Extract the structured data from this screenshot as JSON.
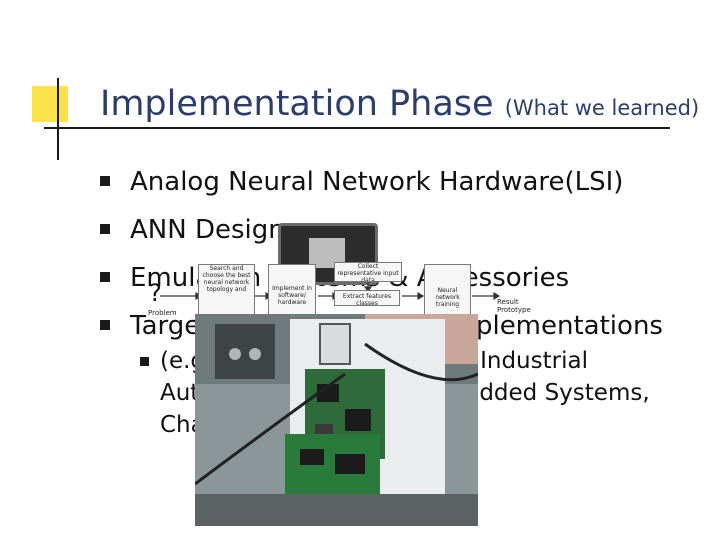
{
  "slide": {
    "title": "Implementation Phase",
    "title_note": "(What we learned)",
    "bullets": [
      "Analog Neural Network Hardware(LSI)",
      "ANN Design",
      "Emulation Systems & Accessories",
      "Target Applications and Implementations"
    ],
    "sub_bullet": "(e.g. Robotics, Diagnostics, Industrial Automation Systems, Embedded Systems, Channel Equalization)"
  },
  "overlay": {
    "flow_steps": [
      "Search and choose the best neural network topology and",
      "Implement in software/ hardware",
      "Collect representative input data",
      "Extract features classes",
      "Neural network training"
    ],
    "flow_labels": {
      "problem": "Problem",
      "result": "Result",
      "prototype": "Prototype",
      "question": "?"
    }
  },
  "colors": {
    "title": "#2d3d6a",
    "accent_yellow": "#fde34a",
    "text": "#111111"
  }
}
